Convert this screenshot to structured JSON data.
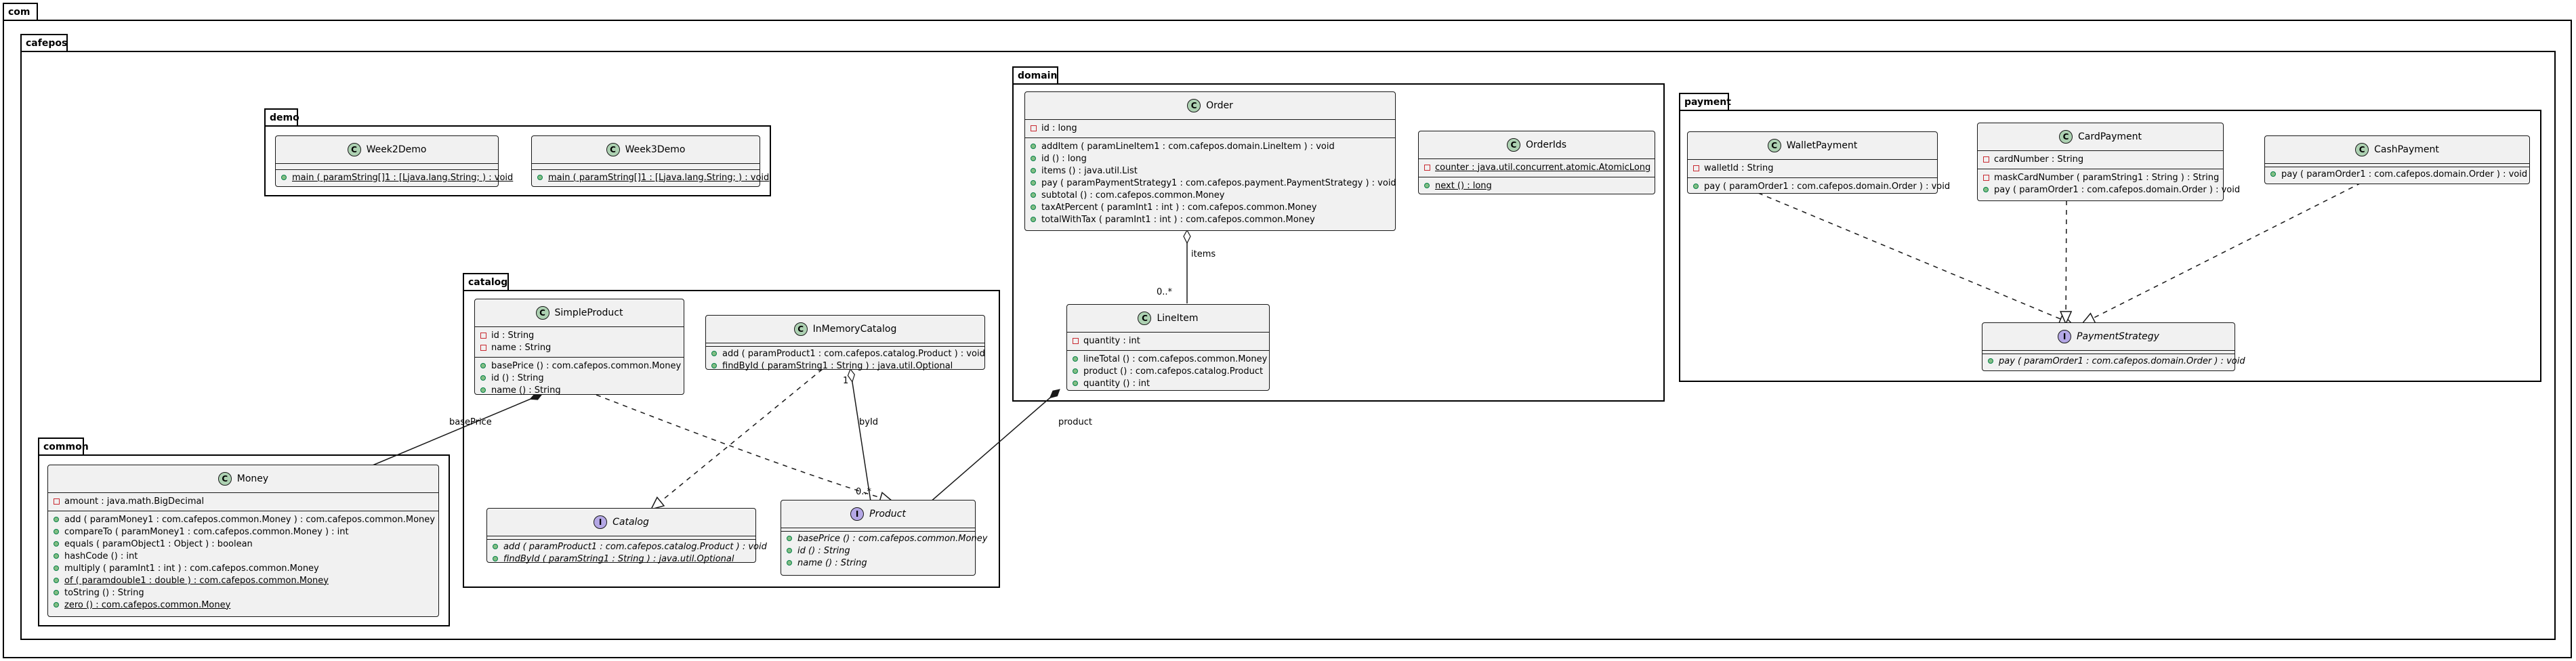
{
  "packages": {
    "com": "com",
    "cafepos": "cafepos",
    "demo": "demo",
    "catalog": "catalog",
    "common": "common",
    "domain": "domain",
    "payment": "payment"
  },
  "classes": {
    "week2demo": {
      "name": "Week2Demo",
      "kind": "C",
      "methods": [
        "main ( paramString[]1 : [Ljava.lang.String; ) : void"
      ]
    },
    "week3demo": {
      "name": "Week3Demo",
      "kind": "C",
      "methods": [
        "main ( paramString[]1 : [Ljava.lang.String; ) : void"
      ]
    },
    "simpleproduct": {
      "name": "SimpleProduct",
      "kind": "C",
      "fields": [
        "id : String",
        "name : String"
      ],
      "methods": [
        "basePrice () : com.cafepos.common.Money",
        "id () : String",
        "name () : String"
      ]
    },
    "inmemorycatalog": {
      "name": "InMemoryCatalog",
      "kind": "C",
      "methods": [
        "add ( paramProduct1 : com.cafepos.catalog.Product ) : void",
        "findById ( paramString1 : String ) : java.util.Optional"
      ]
    },
    "catalog": {
      "name": "Catalog",
      "kind": "I",
      "methods": [
        "add ( paramProduct1 : com.cafepos.catalog.Product ) : void",
        "findById ( paramString1 : String ) : java.util.Optional"
      ]
    },
    "product": {
      "name": "Product",
      "kind": "I",
      "methods": [
        "basePrice () : com.cafepos.common.Money",
        "id () : String",
        "name () : String"
      ]
    },
    "money": {
      "name": "Money",
      "kind": "C",
      "fields": [
        "amount : java.math.BigDecimal"
      ],
      "methods": [
        "add ( paramMoney1 : com.cafepos.common.Money ) : com.cafepos.common.Money",
        "compareTo ( paramMoney1 : com.cafepos.common.Money ) : int",
        "equals ( paramObject1 : Object ) : boolean",
        "hashCode () : int",
        "multiply ( paramInt1 : int ) : com.cafepos.common.Money",
        "of ( paramdouble1 : double ) : com.cafepos.common.Money",
        "toString () : String",
        "zero () : com.cafepos.common.Money"
      ]
    },
    "order": {
      "name": "Order",
      "kind": "C",
      "fields": [
        "id : long"
      ],
      "methods": [
        "addItem ( paramLineItem1 : com.cafepos.domain.LineItem ) : void",
        "id () : long",
        "items () : java.util.List",
        "pay ( paramPaymentStrategy1 : com.cafepos.payment.PaymentStrategy ) : void",
        "subtotal () : com.cafepos.common.Money",
        "taxAtPercent ( paramInt1 : int ) : com.cafepos.common.Money",
        "totalWithTax ( paramInt1 : int ) : com.cafepos.common.Money"
      ]
    },
    "orderids": {
      "name": "OrderIds",
      "kind": "C",
      "fields": [
        "counter : java.util.concurrent.atomic.AtomicLong"
      ],
      "methods": [
        "next () : long"
      ]
    },
    "lineitem": {
      "name": "LineItem",
      "kind": "C",
      "fields": [
        "quantity : int"
      ],
      "methods": [
        "lineTotal () : com.cafepos.common.Money",
        "product () : com.cafepos.catalog.Product",
        "quantity () : int"
      ]
    },
    "walletpayment": {
      "name": "WalletPayment",
      "kind": "C",
      "fields": [
        "walletId : String"
      ],
      "methods": [
        "pay ( paramOrder1 : com.cafepos.domain.Order ) : void"
      ]
    },
    "cardpayment": {
      "name": "CardPayment",
      "kind": "C",
      "fields": [
        "cardNumber : String"
      ],
      "methods": [
        "maskCardNumber ( paramString1 : String ) : String",
        "pay ( paramOrder1 : com.cafepos.domain.Order ) : void"
      ]
    },
    "cashpayment": {
      "name": "CashPayment",
      "kind": "C",
      "methods": [
        "pay ( paramOrder1 : com.cafepos.domain.Order ) : void"
      ]
    },
    "paymentstrategy": {
      "name": "PaymentStrategy",
      "kind": "I",
      "methods": [
        "pay ( paramOrder1 : com.cafepos.domain.Order ) : void"
      ]
    }
  },
  "relations": {
    "items_label": "items",
    "items_mult": "0..*",
    "baseprice_label": "basePrice",
    "byid_label": "byId",
    "byid_mult_top": "1",
    "byid_mult_bottom": "0..*",
    "product_label": "product"
  }
}
